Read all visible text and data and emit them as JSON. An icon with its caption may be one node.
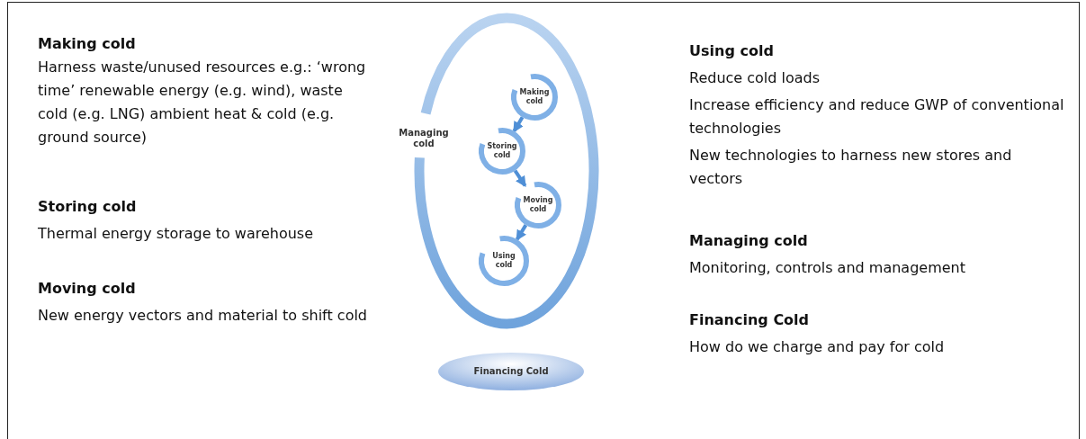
{
  "diagram": {
    "nodes": [
      {
        "text": [
          "Managing cold"
        ]
      },
      {
        "text": [
          "Making cold"
        ],
        "in": 0
      },
      {
        "text": [
          "Storing cold"
        ],
        "in": 0
      },
      {
        "text": [
          "Moving cold"
        ],
        "in": 0
      },
      {
        "text": [
          "Using cold"
        ],
        "in": 0
      },
      {
        "text": [
          "Financing Cold"
        ]
      }
    ],
    "edges": [
      {
        "from": 1,
        "to": 2,
        "arrow": "to"
      },
      {
        "from": 2,
        "to": 3,
        "arrow": "to"
      },
      {
        "from": 3,
        "to": 4,
        "arrow": "to"
      }
    ],
    "labels": [
      "Making cold",
      "Harness waste/unused resources e.g.: ‘wrong time’ renewable energy (e.g. wind), waste cold (e.g. LNG) ambient heat & cold (e.g. ground source)",
      "Storing cold",
      "Thermal energy storage to warehouse",
      "Moving cold",
      "New energy vectors and material to shift cold",
      "Using cold",
      "Reduce cold loads",
      "Increase efficiency and reduce GWP of conventional technologies",
      "New technologies to harness new  stores and vectors",
      "Managing cold",
      "Monitoring, controls and management",
      "Financing Cold",
      "How do we charge and pay for cold"
    ]
  }
}
